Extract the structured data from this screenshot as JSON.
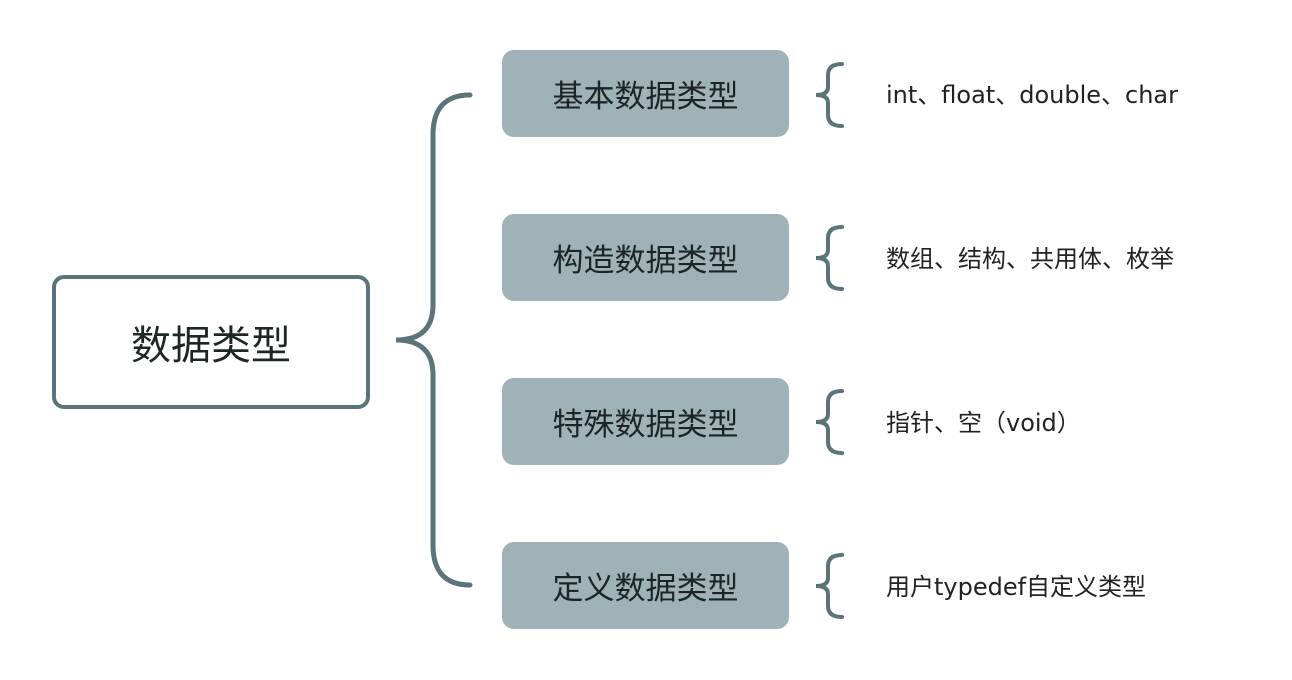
{
  "colors": {
    "line": "#5a7479",
    "category_fill": "#9fb2b7"
  },
  "root": {
    "label": "数据类型"
  },
  "categories": [
    {
      "label": "基本数据类型",
      "detail": "int、float、double、char"
    },
    {
      "label": "构造数据类型",
      "detail": "数组、结构、共用体、枚举"
    },
    {
      "label": "特殊数据类型",
      "detail": "指针、空（void）"
    },
    {
      "label": "定义数据类型",
      "detail": "用户typedef自定义类型"
    }
  ]
}
